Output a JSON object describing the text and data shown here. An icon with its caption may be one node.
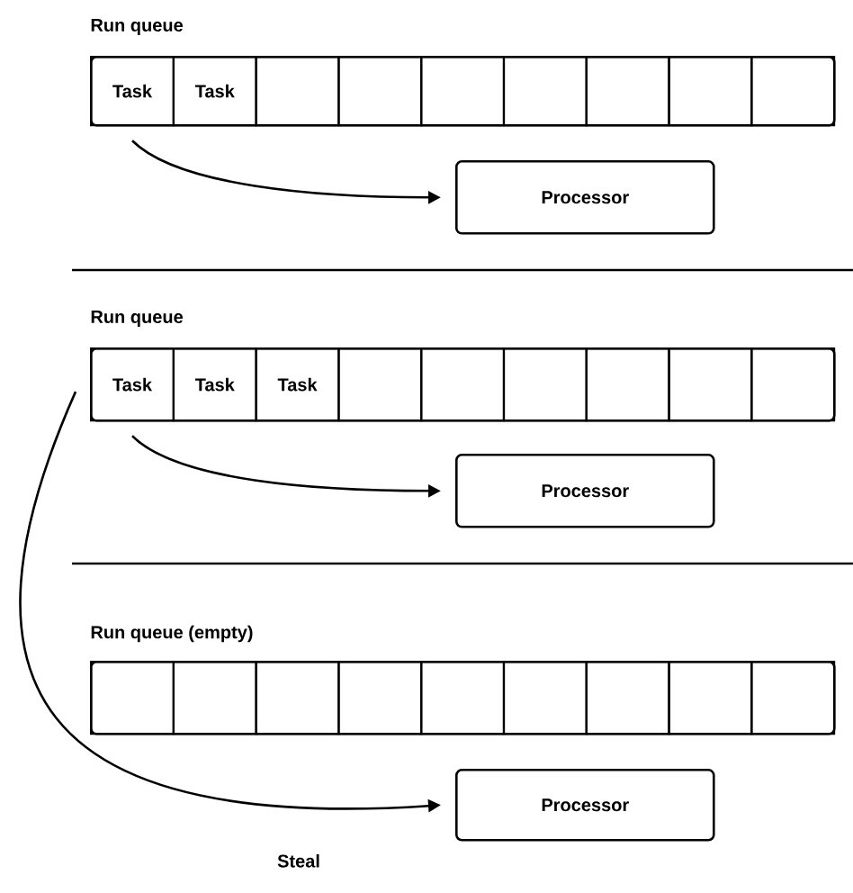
{
  "diagram": {
    "nodes": [
      {
        "text": [
          "Run queue"
        ]
      },
      {
        "text": [
          "Task"
        ],
        "in": 0
      },
      {
        "text": [
          "Task"
        ],
        "in": 0
      },
      {
        "text": [],
        "shape": "box",
        "in": 0
      },
      {
        "text": [],
        "shape": "box",
        "in": 0
      },
      {
        "text": [],
        "shape": "box",
        "in": 0
      },
      {
        "text": [],
        "shape": "box",
        "in": 0
      },
      {
        "text": [],
        "shape": "box",
        "in": 0
      },
      {
        "text": [],
        "shape": "box",
        "in": 0
      },
      {
        "text": [],
        "shape": "box",
        "in": 0
      },
      {
        "text": [
          "Processor"
        ]
      },
      {
        "text": [
          "Run queue"
        ]
      },
      {
        "text": [
          "Task"
        ],
        "in": 11
      },
      {
        "text": [
          "Task"
        ],
        "in": 11
      },
      {
        "text": [
          "Task"
        ],
        "in": 11
      },
      {
        "text": [],
        "shape": "box",
        "in": 11
      },
      {
        "text": [],
        "shape": "box",
        "in": 11
      },
      {
        "text": [],
        "shape": "box",
        "in": 11
      },
      {
        "text": [],
        "shape": "box",
        "in": 11
      },
      {
        "text": [],
        "shape": "box",
        "in": 11
      },
      {
        "text": [],
        "shape": "box",
        "in": 11
      },
      {
        "text": [
          "Processor"
        ]
      },
      {
        "text": [
          "Run queue (empty)"
        ]
      },
      {
        "text": [],
        "shape": "box",
        "in": 22
      },
      {
        "text": [],
        "shape": "box",
        "in": 22
      },
      {
        "text": [],
        "shape": "box",
        "in": 22
      },
      {
        "text": [],
        "shape": "box",
        "in": 22
      },
      {
        "text": [],
        "shape": "box",
        "in": 22
      },
      {
        "text": [],
        "shape": "box",
        "in": 22
      },
      {
        "text": [],
        "shape": "box",
        "in": 22
      },
      {
        "text": [],
        "shape": "box",
        "in": 22
      },
      {
        "text": [],
        "shape": "box",
        "in": 22
      },
      {
        "text": [
          "Processor"
        ]
      }
    ],
    "edges": [
      {
        "from": 1,
        "to": 10,
        "arrow": "to"
      },
      {
        "from": 12,
        "to": 21,
        "arrow": "to"
      },
      {
        "from": 12,
        "to": 32,
        "arrow": "to",
        "label": "Steal"
      }
    ]
  }
}
